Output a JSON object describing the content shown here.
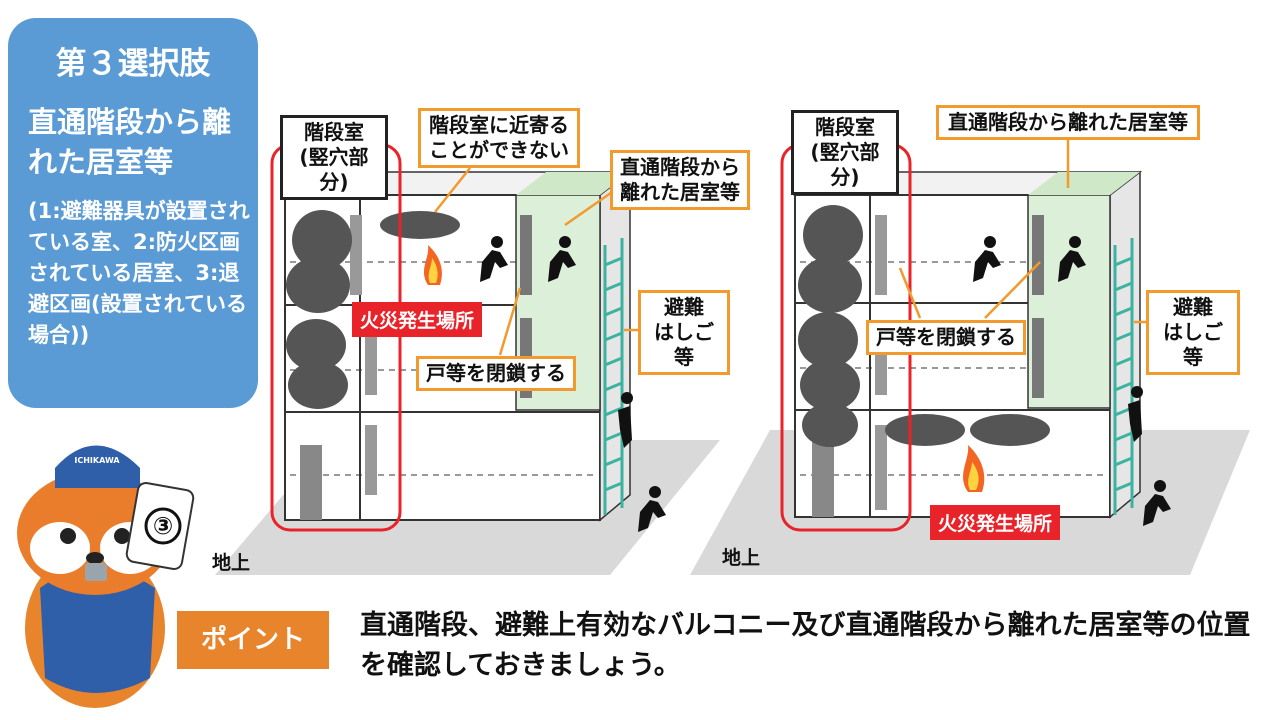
{
  "panel": {
    "title": "第３選択肢",
    "subtitle": "直通階段から離れた居室等",
    "note": "(1:避難器具が設置されている室、2:防火区画されている居室、3:退避区画(設置されている場合))",
    "color": "#5b9bd5"
  },
  "left_diagram": {
    "stair_label": "階段室\n(竪穴部分)",
    "no_access_label": "階段室に近寄る\nことができない",
    "room_label": "直通階段から\n離れた居室等",
    "fire_label": "火災発生場所",
    "door_label": "戸等を閉鎖する",
    "ladder_label": "避難\nはしご等",
    "ground_label": "地上"
  },
  "right_diagram": {
    "stair_label": "階段室\n(竪穴部分)",
    "room_label": "直通階段から離れた居室等",
    "door_label": "戸等を閉鎖する",
    "ladder_label": "避難\nはしご等",
    "fire_label": "火災発生場所",
    "ground_label": "地上"
  },
  "mascot": {
    "badge": "③",
    "cap_text": "ICHIKAWA"
  },
  "point": {
    "badge": "ポイント",
    "text": "直通階段、避難上有効なバルコニー及び直通階段から離れた居室等の位置を確認しておきましょう。"
  },
  "colors": {
    "accent": "#f29a2e",
    "fire": "#e8232a",
    "room_fill": "#dcefd8",
    "ladder": "#3bb3a0"
  }
}
